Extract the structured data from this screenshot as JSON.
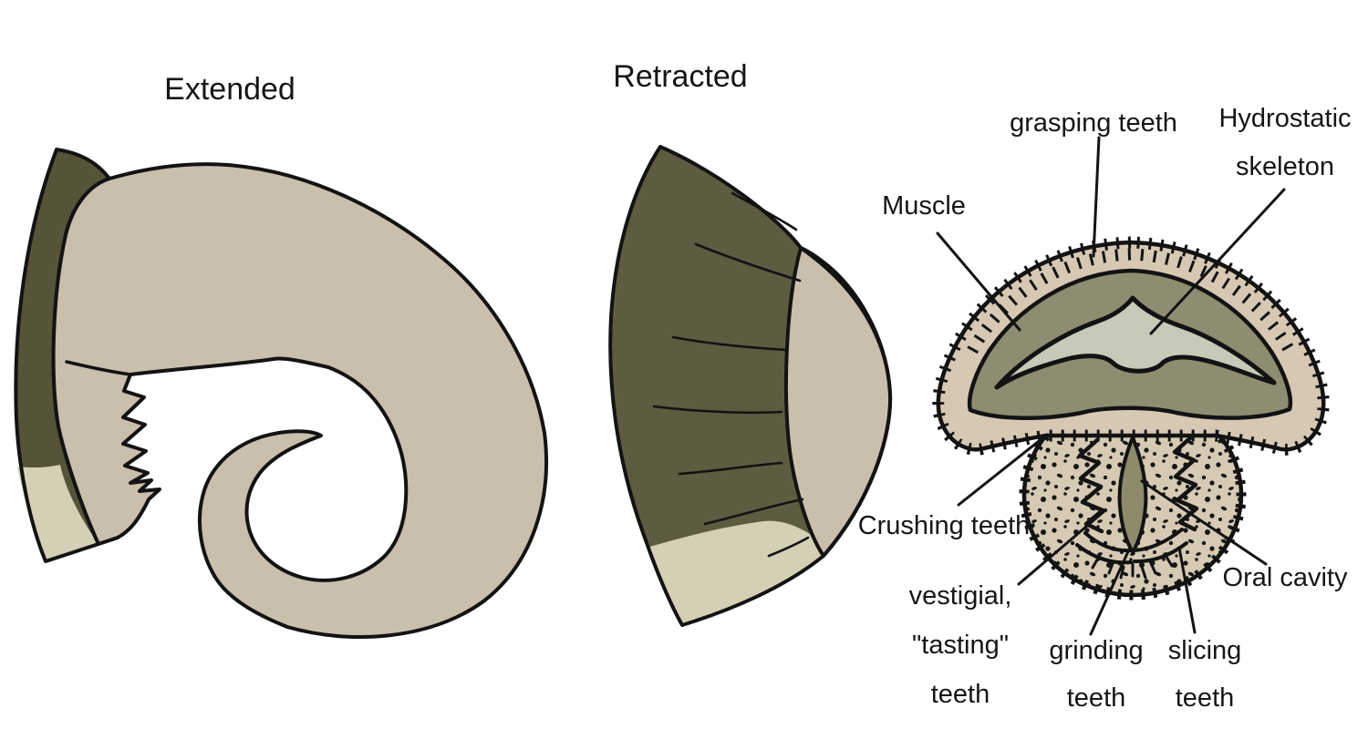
{
  "figure": {
    "titles": {
      "extended": "Extended",
      "retracted": "Retracted"
    },
    "labels": {
      "muscle": "Muscle",
      "grasping_teeth": "grasping teeth",
      "hydrostatic": {
        "line1": "Hydrostatic",
        "line2": "skeleton"
      },
      "crushing_teeth": "Crushing teeth",
      "vestigial": {
        "line1": "vestigial,",
        "line2": "\"tasting\"",
        "line3": "teeth"
      },
      "grinding": {
        "line1": "grinding",
        "line2": "teeth"
      },
      "slicing": {
        "line1": "slicing",
        "line2": "teeth"
      },
      "oral_cavity": "Oral cavity"
    },
    "colors": {
      "background": "#ffffff",
      "outline": "#131313",
      "trunk_tan": "#cabead",
      "sheath_dark": "#555439",
      "retracted_dark": "#5d5c41",
      "cream": "#d3d0b6",
      "cap_band_tan": "#d7c8b4",
      "bulb_tan": "#d6cab4",
      "muscle_olive": "#8e8c71",
      "hydrostatic_gray": "#c7c9b9",
      "oral_slit_olive": "#8d8b6c"
    }
  }
}
